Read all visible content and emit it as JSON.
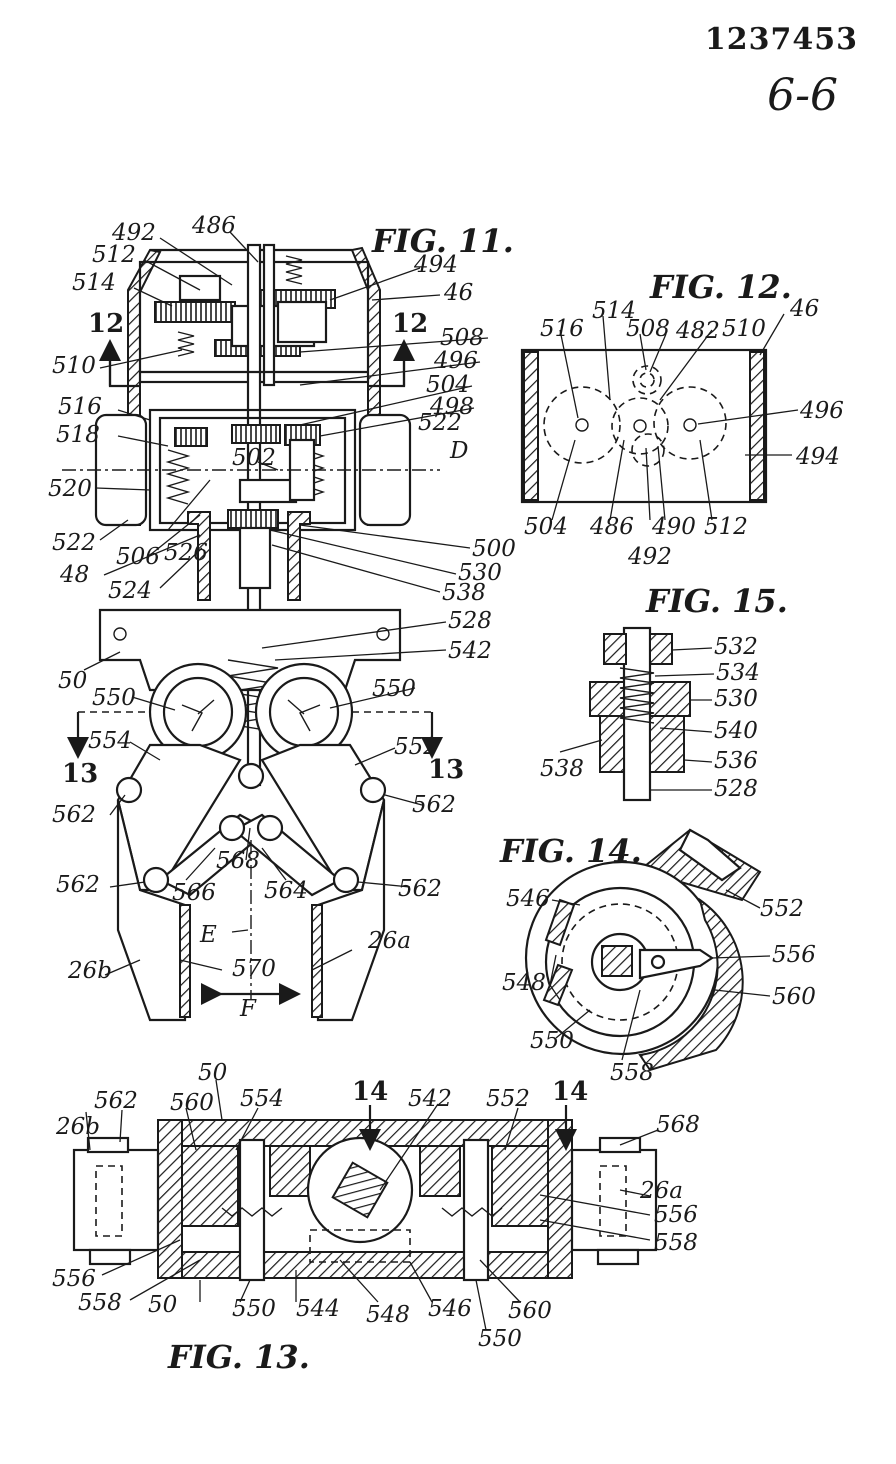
{
  "header": {
    "patent_number": "1237453",
    "sheet_number": "6-6"
  },
  "figures": {
    "fig11": {
      "caption": "FIG. 11.",
      "section_marks": [
        "12",
        "12",
        "13",
        "13"
      ],
      "refs": [
        "492",
        "486",
        "512",
        "514",
        "494",
        "46",
        "12",
        "12",
        "508",
        "510",
        "496",
        "504",
        "516",
        "498",
        "522",
        "518",
        "502",
        "D",
        "520",
        "522",
        "506",
        "526",
        "500",
        "48",
        "530",
        "524",
        "538",
        "528",
        "50",
        "542",
        "550",
        "550",
        "554",
        "552",
        "13",
        "13",
        "562",
        "562",
        "568",
        "562",
        "566",
        "564",
        "562",
        "E",
        "26b",
        "570",
        "26a",
        "F"
      ]
    },
    "fig12": {
      "caption": "FIG. 12.",
      "refs": [
        "516",
        "514",
        "508",
        "482",
        "510",
        "46",
        "496",
        "494",
        "504",
        "486",
        "490",
        "512",
        "492"
      ]
    },
    "fig15": {
      "caption": "FIG. 15.",
      "refs": [
        "532",
        "534",
        "530",
        "540",
        "538",
        "536",
        "528"
      ]
    },
    "fig14": {
      "caption": "FIG. 14.",
      "refs": [
        "546",
        "552",
        "556",
        "548",
        "560",
        "550",
        "558"
      ]
    },
    "fig13": {
      "caption": "FIG. 13.",
      "section_marks": [
        "14",
        "14"
      ],
      "refs": [
        "50",
        "562",
        "560",
        "554",
        "542",
        "552",
        "14",
        "14",
        "568",
        "26b",
        "26a",
        "556",
        "558",
        "556",
        "558",
        "50",
        "550",
        "544",
        "548",
        "546",
        "560",
        "550"
      ]
    }
  }
}
